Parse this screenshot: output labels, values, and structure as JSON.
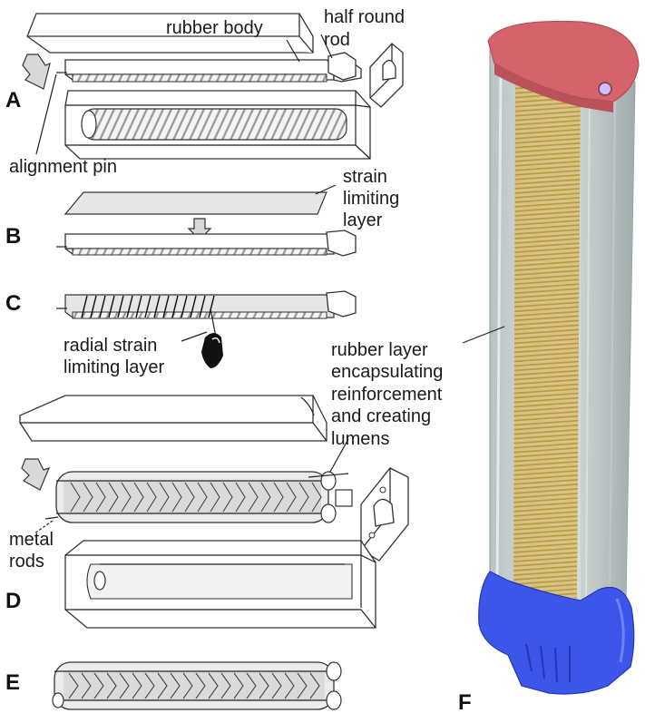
{
  "labels": {
    "rubber_body": "rubber body",
    "half_round_rod_1": "half round",
    "half_round_rod_2": "rod",
    "alignment_pin": "alignment pin",
    "strain_limiting_1": "strain",
    "strain_limiting_2": "limiting",
    "strain_limiting_3": "layer",
    "radial_1": "radial strain",
    "radial_2": "limiting layer",
    "encap_1": "rubber layer",
    "encap_2": "encapsulating",
    "encap_3": "reinforcement",
    "encap_4": "and creating",
    "encap_5": "lumens",
    "metal_rods_1": "metal",
    "metal_rods_2": "rods"
  },
  "panels": {
    "a": "A",
    "b": "B",
    "c": "C",
    "d": "D",
    "e": "E",
    "f": "F"
  },
  "colors": {
    "cap_red": "#d4636b",
    "base_blue": "#3b56e8",
    "body_gray": "#cfd6d6",
    "fiber_yellow": "#c9a640",
    "layer_gray": "#e6e6e6"
  }
}
